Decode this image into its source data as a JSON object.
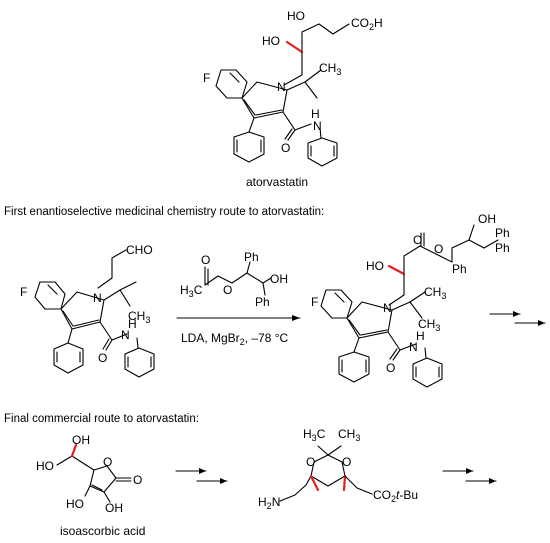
{
  "labels": {
    "atorvastatin": "atorvastatin",
    "section_first": "First enantioselective medicinal chemistry route to atorvastatin:",
    "section_final": "Final commercial route to atorvastatin:",
    "isoascorbic": "isoascorbic acid"
  },
  "atoms": {
    "ho": "HO",
    "co2h_a": "CO",
    "co2h_b": "2",
    "co2h_c": "H",
    "f": "F",
    "n": "N",
    "ch3": "CH",
    "three": "3",
    "h": "H",
    "o": "O",
    "cho": "CHO",
    "ph": "Ph",
    "oh": "OH",
    "h3c_a": "H",
    "h3c_b": "3",
    "h3c_c": "C",
    "h2n_a": "H",
    "h2n_b": "2",
    "h2n_c": "N",
    "co2tbu_a": "CO",
    "co2tbu_b": "2",
    "co2tbu_c": "t",
    "co2tbu_d": "-Bu"
  },
  "conditions": {
    "reagent_text_a": "LDA, MgBr",
    "reagent_sub": "2",
    "reagent_text_b": ", –78 °C"
  },
  "colors": {
    "stereo_bond": "#e02020",
    "text": "#000000"
  }
}
